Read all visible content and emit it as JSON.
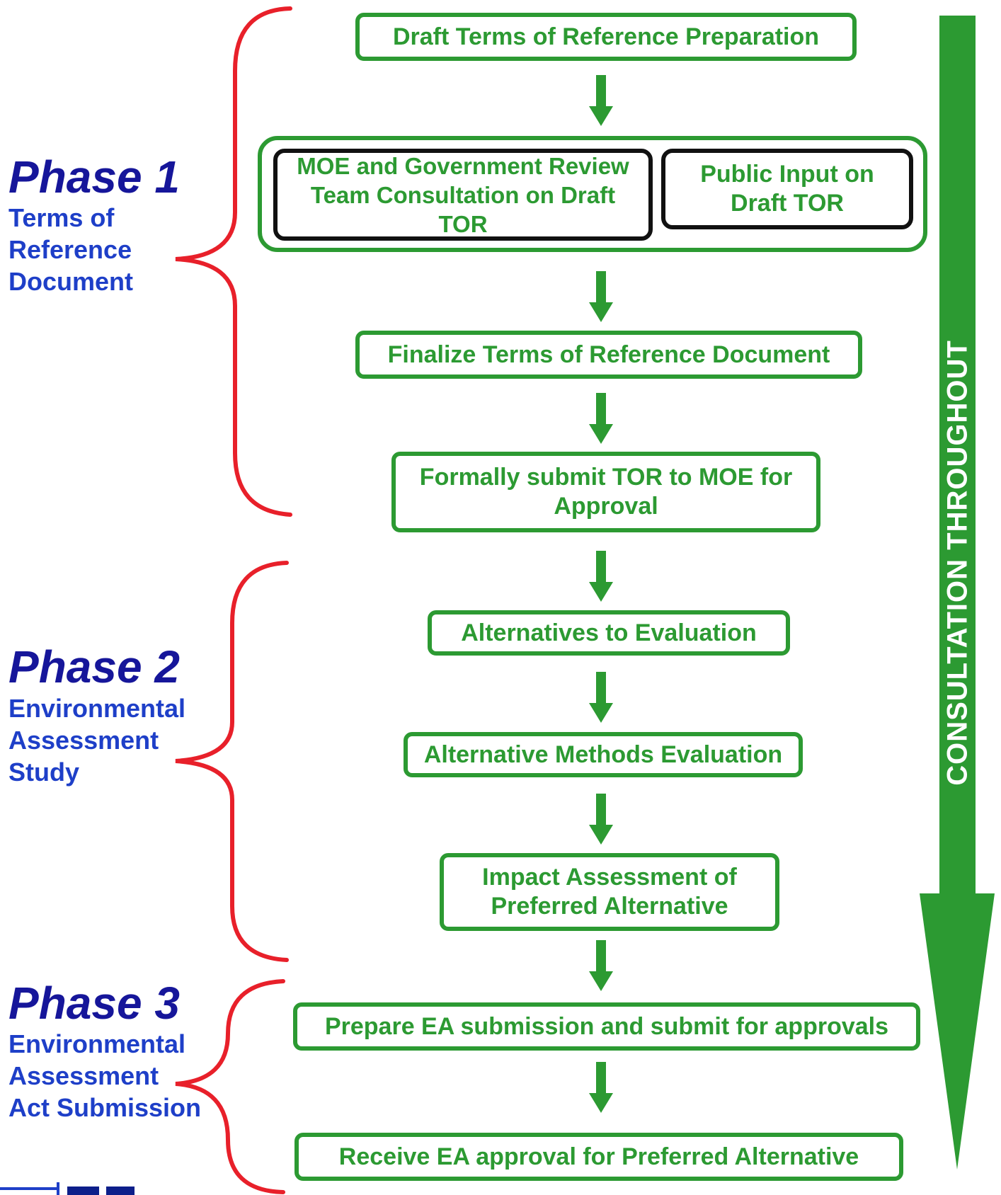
{
  "phases": [
    {
      "title": "Phase 1",
      "subtitle": [
        "Terms of",
        "Reference",
        "Document"
      ]
    },
    {
      "title": "Phase 2",
      "subtitle": [
        "Environmental",
        "Assessment",
        "Study"
      ]
    },
    {
      "title": "Phase 3",
      "subtitle": [
        "Environmental",
        "Assessment",
        "Act Submission"
      ]
    }
  ],
  "steps": {
    "draft_tor": "Draft Terms of Reference Preparation",
    "moe_review": "MOE and Government Review Team Consultation on Draft TOR",
    "public_input": "Public Input on Draft TOR",
    "finalize_tor": "Finalize Terms of Reference Document",
    "submit_tor": "Formally submit TOR to MOE for Approval",
    "alternatives_to": "Alternatives to Evaluation",
    "alternative_methods": "Alternative Methods Evaluation",
    "impact_assessment": "Impact Assessment of Preferred Alternative",
    "prepare_ea": "Prepare EA submission and submit for approvals",
    "receive_ea": "Receive EA approval for Preferred Alternative"
  },
  "consultation_label": "CONSULTATION THROUGHOUT",
  "colors": {
    "box_green": "#2c9a32",
    "brace_red": "#e8202a",
    "phase_blue": "#16169a",
    "inner_border": "#111111"
  }
}
